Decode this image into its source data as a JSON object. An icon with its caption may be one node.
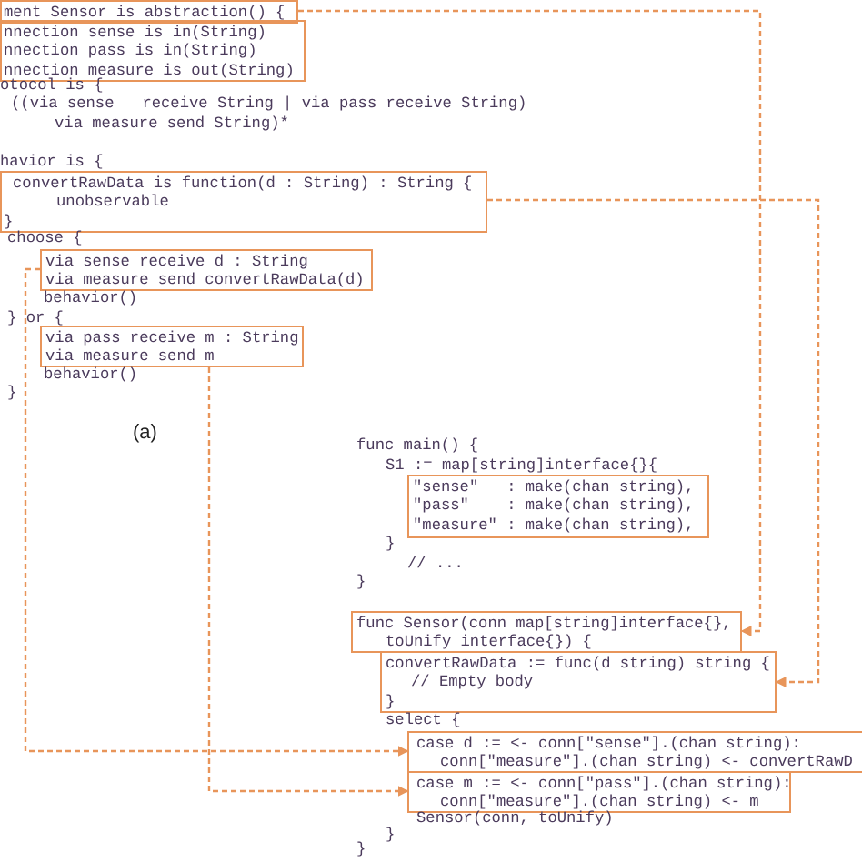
{
  "diagram": {
    "nodes": [
      {
        "text": [
          "ment Sensor is abstraction() {"
        ]
      },
      {
        "text": [
          "nnection sense is in(String)",
          "nnection pass is in(String)",
          "nnection measure is out(String)"
        ]
      },
      {
        "text": [
          "convertRawData is function(d : String) : String {",
          "unobservable",
          "}"
        ]
      },
      {
        "text": [
          "via sense receive d : String",
          "via measure send convertRawData(d)"
        ]
      },
      {
        "text": [
          "via pass receive m : String",
          "via measure send m"
        ]
      },
      {
        "text": [
          "\"sense\"   : make(chan string),",
          "\"pass\"    : make(chan string),",
          "\"measure\" : make(chan string),"
        ]
      },
      {
        "text": [
          "func Sensor(conn map[string]interface{},",
          "toUnify interface{}) {"
        ]
      },
      {
        "text": [
          "convertRawData := func(d string) string {",
          "// Empty body",
          "}"
        ]
      },
      {
        "text": [
          "case d := <- conn[\"sense\"].(chan string):",
          "conn[\"measure\"].(chan string) <- convertRawD"
        ]
      },
      {
        "text": [
          "case m := <- conn[\"pass\"].(chan string):",
          "conn[\"measure\"].(chan string) <- m"
        ]
      }
    ],
    "edges": [
      {
        "from": 0,
        "to": 6,
        "arrow": "to",
        "style": "dashed"
      },
      {
        "from": 2,
        "to": 7,
        "arrow": "to",
        "style": "dashed"
      },
      {
        "from": 3,
        "to": 8,
        "arrow": "to",
        "style": "dashed"
      },
      {
        "from": 4,
        "to": 9,
        "arrow": "to",
        "style": "dashed"
      }
    ],
    "labels": [
      "otocol is {",
      "((via sense   receive String | via pass receive String)",
      "via measure send String)*",
      "havior is {",
      "choose {",
      "behavior()",
      "} or {",
      "behavior()",
      "}",
      "(a)",
      "func main() {",
      "S1 := map[string]interface{}{",
      "}",
      "// ...",
      "}",
      "select {",
      "Sensor(conn, toUnify)",
      "}",
      "}"
    ]
  }
}
